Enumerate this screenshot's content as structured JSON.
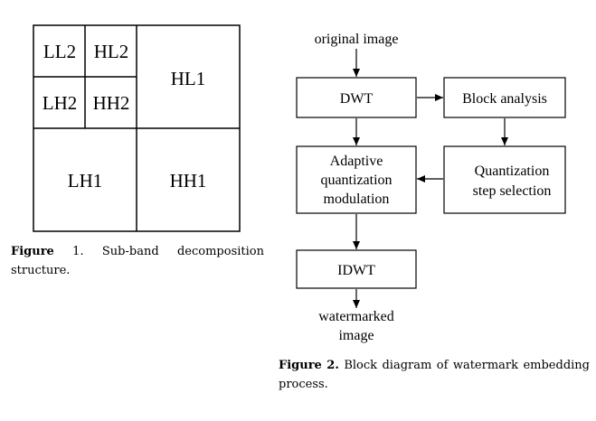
{
  "figure1": {
    "subbands": {
      "ll2": "LL2",
      "hl2": "HL2",
      "lh2": "LH2",
      "hh2": "HH2",
      "hl1": "HL1",
      "lh1": "LH1",
      "hh1": "HH1"
    },
    "caption_label": "Figure",
    "caption_number": "1",
    "caption_text": ". Sub-band decomposition structure."
  },
  "figure2": {
    "input_label": "original image",
    "dwt": "DWT",
    "block_analysis": "Block analysis",
    "adaptive_line1": "Adaptive",
    "adaptive_line2": "quantization",
    "adaptive_line3": "modulation",
    "quant_line1": "Quantization",
    "quant_line2": "step selection",
    "idwt": "IDWT",
    "output_line1": "watermarked",
    "output_line2": "image",
    "caption_label": "Figure",
    "caption_number": "2.",
    "caption_text": " Block diagram of watermark embedding process."
  }
}
